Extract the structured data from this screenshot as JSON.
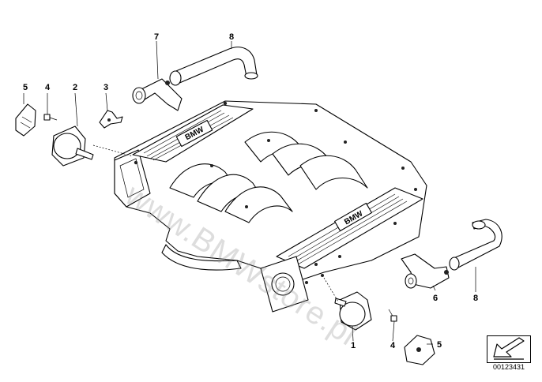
{
  "diagram": {
    "watermark": "www.BMWstore.pl",
    "diagram_id": "00123431",
    "callouts": {
      "c1": "1",
      "c2": "2",
      "c3": "3",
      "c4a": "4",
      "c4b": "4",
      "c5a": "5",
      "c5b": "5",
      "c6": "6",
      "c7": "7",
      "c8a": "8",
      "c8b": "8"
    },
    "logos": {
      "front": "BMW",
      "rear": "BMW"
    }
  }
}
